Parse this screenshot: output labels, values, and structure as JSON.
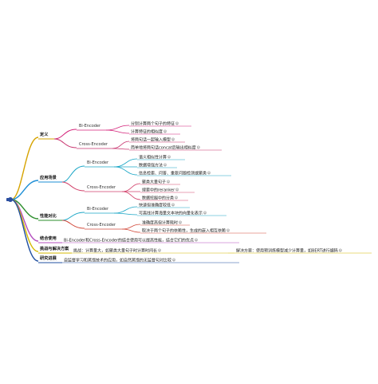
{
  "categories": {
    "definition": "定义",
    "application": "应用场景",
    "performance": "性能对比",
    "combination": "结合使用",
    "challenge": "挑战与解决方案",
    "research": "研究进展"
  },
  "subs": {
    "def_bi": "Bi-Encoder",
    "def_cross": "Cross-Encoder",
    "app_bi": "Bi-Encoder",
    "app_cross": "Cross-Encoder",
    "perf_bi": "Bi-Encoder",
    "perf_cross": "Cross-Encoder"
  },
  "leaves": {
    "def_bi_1": "分别计算两个句子的特征",
    "def_bi_2": "计算特征的相似度",
    "def_cross_1": "将两句话一起输入模型",
    "def_cross_2": "简单地将两句话concat后输出相似度",
    "app_bi_1": "语义相似性计算",
    "app_bi_2": "数据增强方法",
    "app_bi_3": "信息检索、问答、重复问题检测或聚类",
    "app_cross_1": "聚类大量句子",
    "app_cross_2": "搜索中的reranker",
    "app_cross_3": "数据挖掘中的分类",
    "perf_bi_1": "快速但准确度较低",
    "perf_bi_2": "可离线计算海量文本块的向量化表示",
    "perf_cross_1": "准确度高但计算耗时",
    "perf_cross_2": "取决于两个句子的依赖性，生成的嵌入相互依赖",
    "combination_1": "Bi-Encoder和Cross-Encoder的结合使用可以提高性能，结合它们的优点",
    "challenge_1": "挑战：计算量大，如聚类大量句子时计算时间长",
    "challenge_2": "解决方案：使用预训练模型减少计算量，如BERT进行编码",
    "research_1": "自监督学习和蒸馏技术的应用，如自然蒸馏的无监督句对比较"
  },
  "icons": {
    "leaf_marker": "smiley-icon",
    "root_marker": "root-dot-icon"
  },
  "colors": {
    "root": "#2b4ea0",
    "definition": "#d6a300",
    "application": "#1e8fd6",
    "performance": "#2e8f2e",
    "combination": "#b44fbf",
    "challenge": "#d4b800",
    "research": "#1f4fa0",
    "bi_def": "#d4237a",
    "cross_def": "#c8356f",
    "app_bi": "#1aa6c6",
    "app_cross": "#d2426b",
    "perf_bi": "#1aa6c6",
    "perf_cross": "#d24a3b"
  }
}
